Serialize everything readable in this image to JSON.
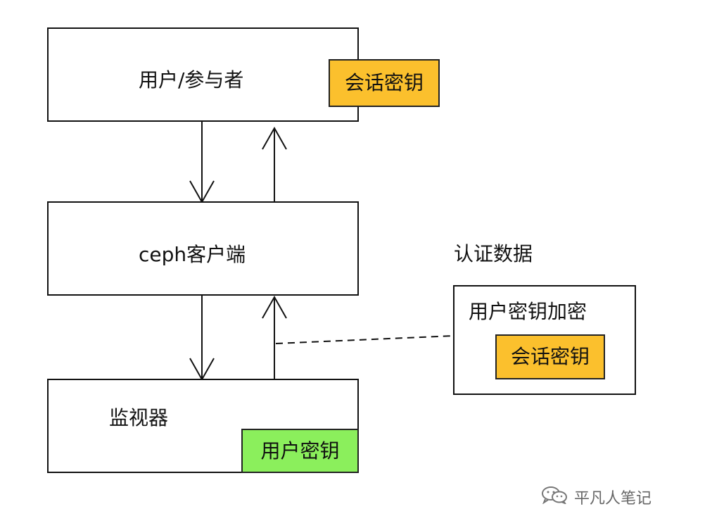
{
  "diagram": {
    "user_box": {
      "label": "用户/参与者",
      "key_label": "会话密钥"
    },
    "client_box": {
      "label": "ceph客户端"
    },
    "monitor_box": {
      "label": "监视器",
      "key_label": "用户密钥"
    },
    "auth_data": {
      "title": "认证数据",
      "label": "用户密钥加密",
      "key_label": "会话密钥"
    }
  },
  "watermark": {
    "text": "平凡人笔记",
    "icon": "wechat-icon"
  },
  "colors": {
    "session_key": "#FBC02D",
    "user_key": "#8BEF5C",
    "line": "#111111",
    "watermark": "#666666"
  }
}
